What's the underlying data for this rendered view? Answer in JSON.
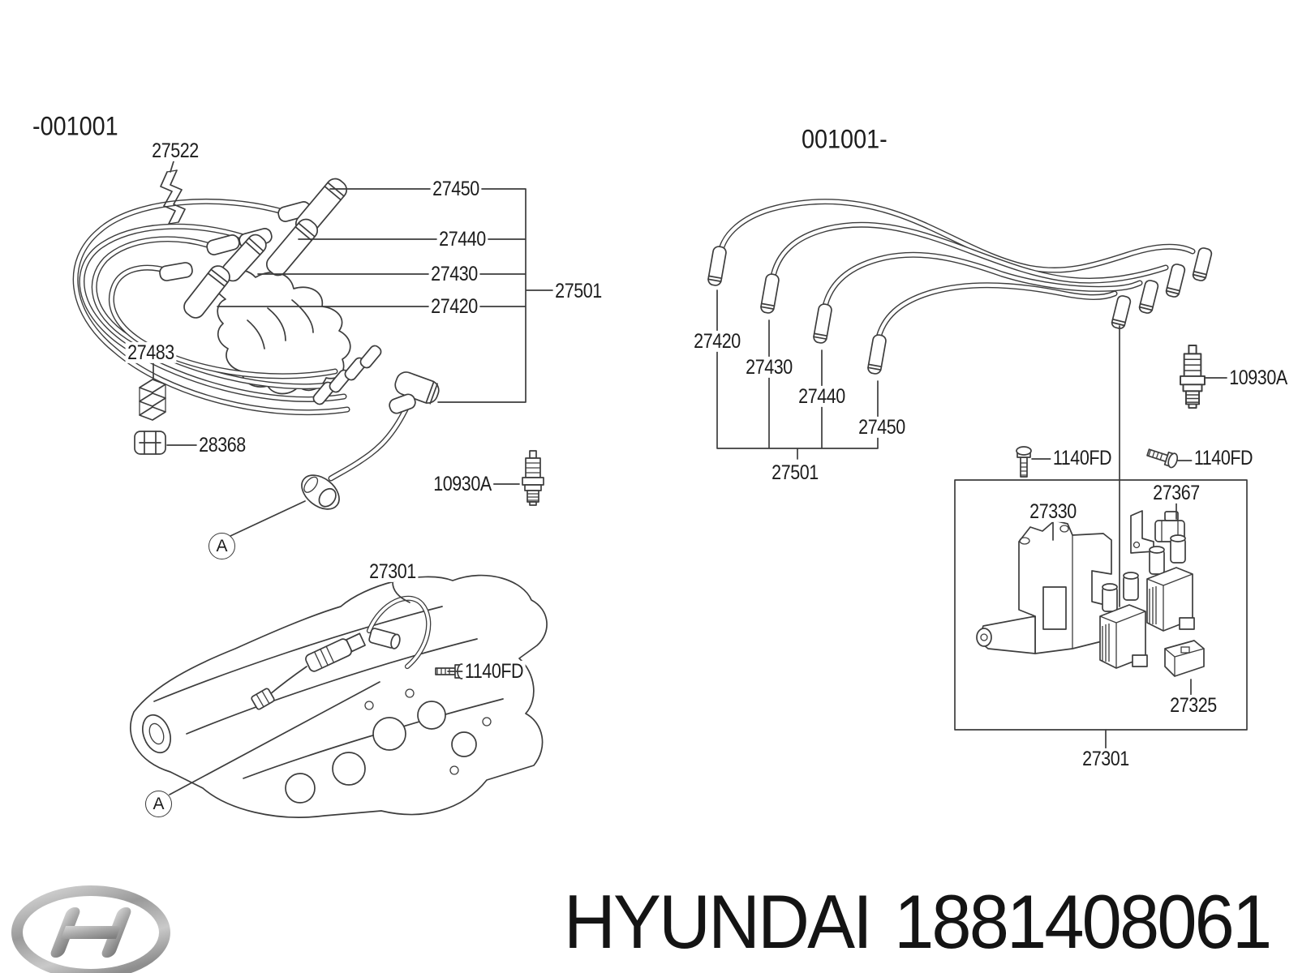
{
  "diagram_left": {
    "title": "-001001",
    "callout": "A",
    "labels": {
      "l27522": "27522",
      "l27450": "27450",
      "l27440": "27440",
      "l27430": "27430",
      "l27420": "27420",
      "l27501": "27501",
      "l27483": "27483",
      "l28368": "28368",
      "l10930A": "10930A",
      "l27301": "27301",
      "l1140FD": "1140FD"
    }
  },
  "diagram_right": {
    "title": "001001-",
    "labels": {
      "l27420": "27420",
      "l27430": "27430",
      "l27440": "27440",
      "l27450": "27450",
      "l27501": "27501",
      "l10930A": "10930A",
      "l1140FD_a": "1140FD",
      "l1140FD_b": "1140FD",
      "l27330": "27330",
      "l27367": "27367",
      "l27325": "27325",
      "l27301": "27301"
    }
  },
  "footer": {
    "brand": "HYUNDAI",
    "part_number": "1881408061",
    "logo_icon": "hyundai-logo"
  },
  "colors": {
    "line": "#3d3d3d",
    "text": "#1c1c1c",
    "logo_silver": "#b9b9b9"
  }
}
